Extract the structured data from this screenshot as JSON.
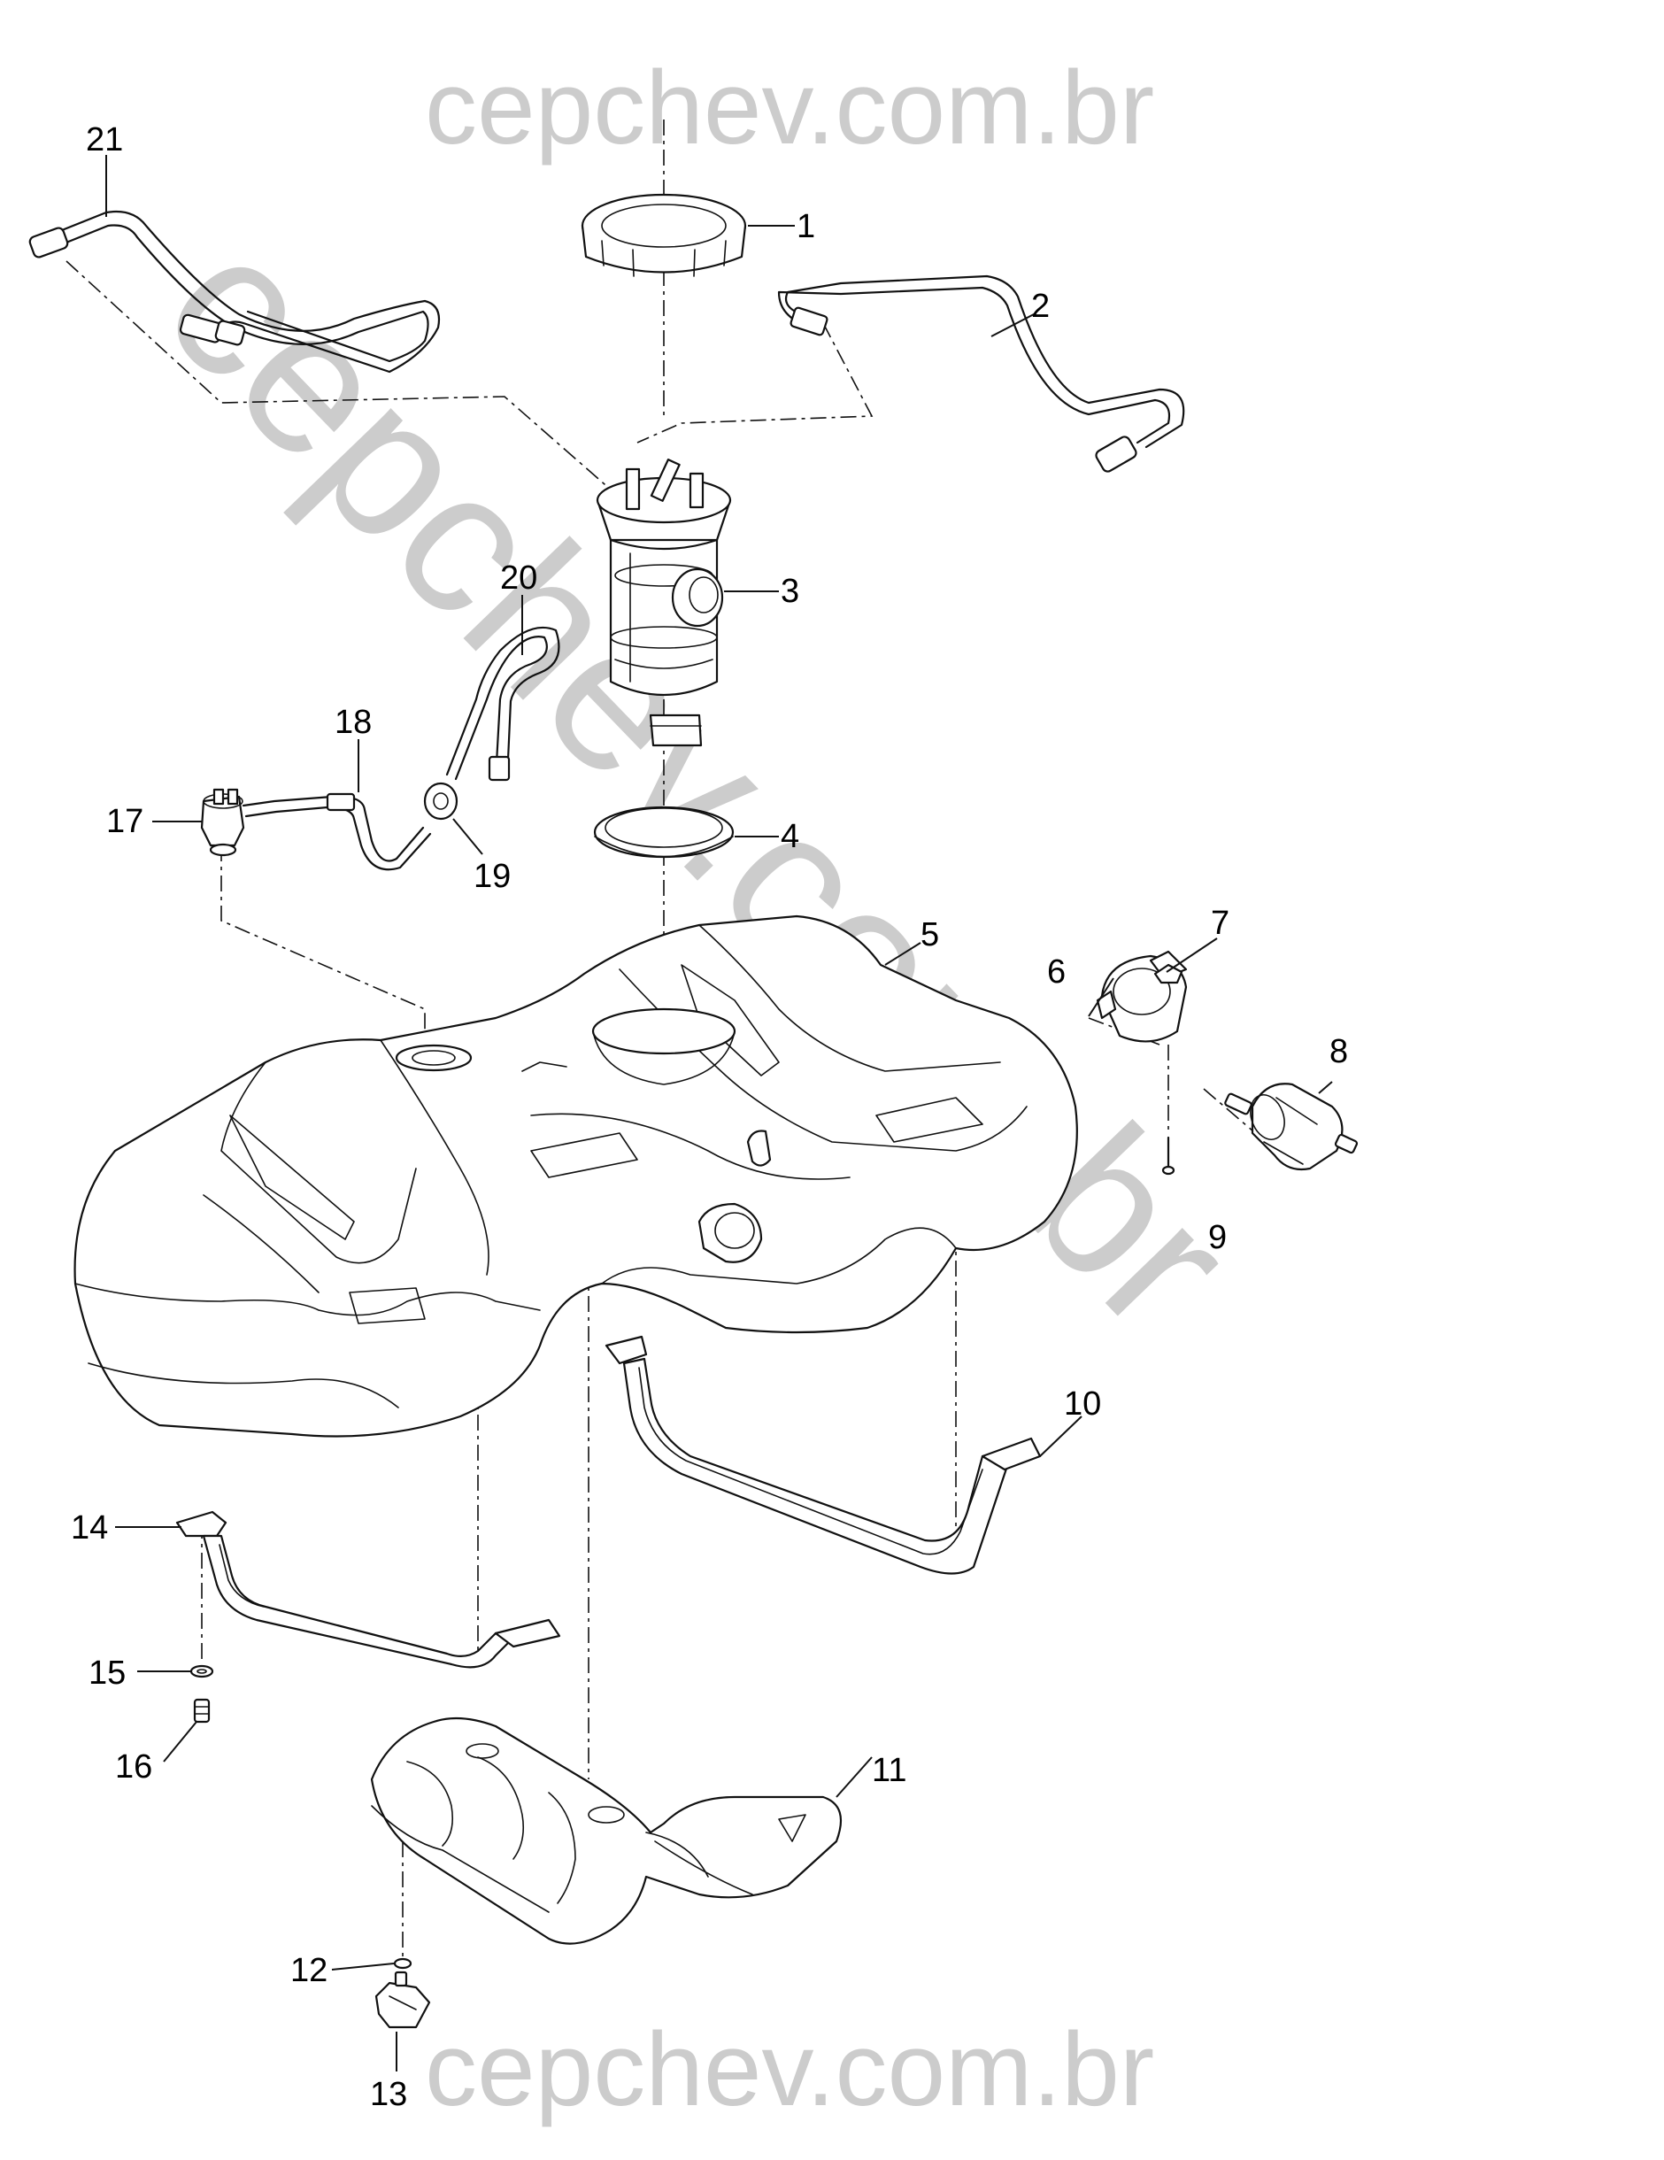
{
  "watermark": {
    "top": "cepchev.com.br",
    "bottom": "cepchev.com.br",
    "diagonal": "cepchev.com.br",
    "color": "#cccccc"
  },
  "callouts": [
    {
      "id": "callout-1",
      "number": "1"
    },
    {
      "id": "callout-2",
      "number": "2"
    },
    {
      "id": "callout-3",
      "number": "3"
    },
    {
      "id": "callout-4",
      "number": "4"
    },
    {
      "id": "callout-5",
      "number": "5"
    },
    {
      "id": "callout-6",
      "number": "6"
    },
    {
      "id": "callout-7",
      "number": "7"
    },
    {
      "id": "callout-8",
      "number": "8"
    },
    {
      "id": "callout-9",
      "number": "9"
    },
    {
      "id": "callout-10",
      "number": "10"
    },
    {
      "id": "callout-11",
      "number": "11"
    },
    {
      "id": "callout-12",
      "number": "12"
    },
    {
      "id": "callout-13",
      "number": "13"
    },
    {
      "id": "callout-14",
      "number": "14"
    },
    {
      "id": "callout-15",
      "number": "15"
    },
    {
      "id": "callout-16",
      "number": "16"
    },
    {
      "id": "callout-17",
      "number": "17"
    },
    {
      "id": "callout-18",
      "number": "18"
    },
    {
      "id": "callout-19",
      "number": "19"
    },
    {
      "id": "callout-20",
      "number": "20"
    },
    {
      "id": "callout-21",
      "number": "21"
    }
  ],
  "colors": {
    "line": "#111111",
    "text": "#000000",
    "background": "#ffffff"
  }
}
